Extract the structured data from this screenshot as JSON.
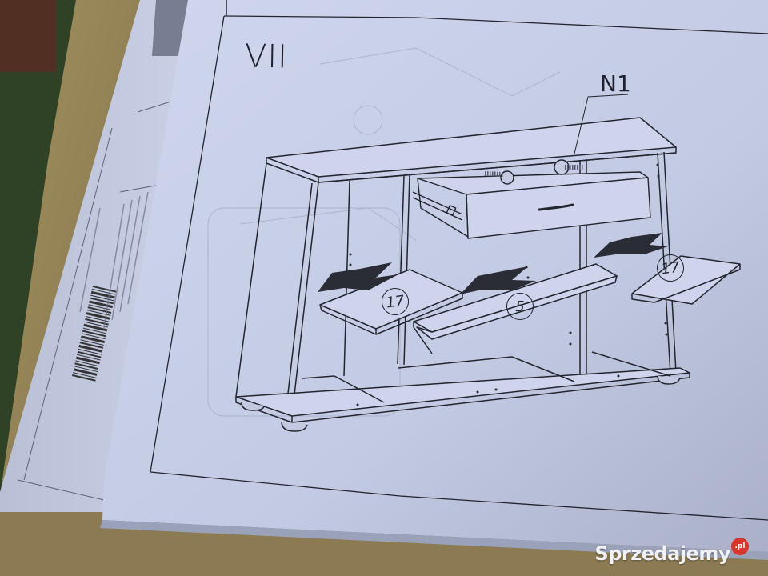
{
  "document": {
    "type": "furniture assembly instruction sheet",
    "step_label": "VII",
    "callouts": [
      {
        "id": "N1",
        "label": "N1",
        "description": "drawer handle screw"
      }
    ],
    "parts": [
      {
        "label": "17",
        "position": "left shelf"
      },
      {
        "label": "5",
        "position": "middle shelf"
      },
      {
        "label": "17",
        "position": "right shelf"
      }
    ],
    "illustration": "sideboard cabinet with open drawer, three shelves being inserted with arrows"
  },
  "side_label_sheet": {
    "barcode": true
  },
  "watermark": {
    "text": "Sprzedajemy",
    "badge": ".pl",
    "badge_color": "#d8362c"
  },
  "colors": {
    "paper": "#c9d1ea",
    "paper_shadow": "#aeb6cf",
    "line": "#23252f",
    "cardboard": "#9c8b5e",
    "foliage": "#2f4226"
  }
}
